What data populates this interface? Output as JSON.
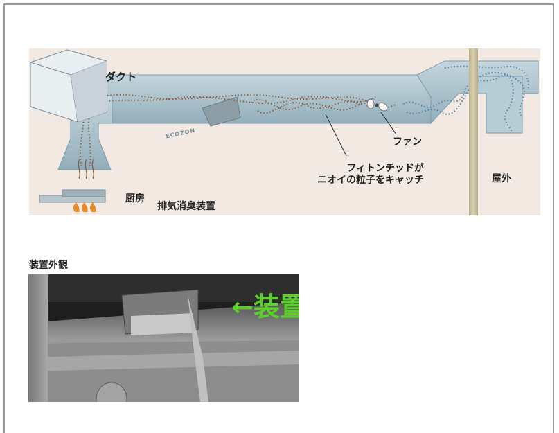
{
  "diagram": {
    "labels": {
      "duct": "ダクト",
      "fan": "ファン",
      "catch_line1": "フィトンチッドが",
      "catch_line2": "ニオイの粒子をキャッチ",
      "outside": "屋外",
      "kitchen": "厨房",
      "device": "排気消臭装置",
      "brand": "ECOZON"
    },
    "colors": {
      "background": "#f1e9e2",
      "duct": "#a9c3cd",
      "odor_dots": "#8a5a3a",
      "clean_dots": "#4f7fa8",
      "wall": "#c9c2a0",
      "flame": "#e58a2a"
    }
  },
  "photo_section": {
    "title": "装置外観",
    "label": "←装置",
    "label_color": "#5cd02a"
  }
}
